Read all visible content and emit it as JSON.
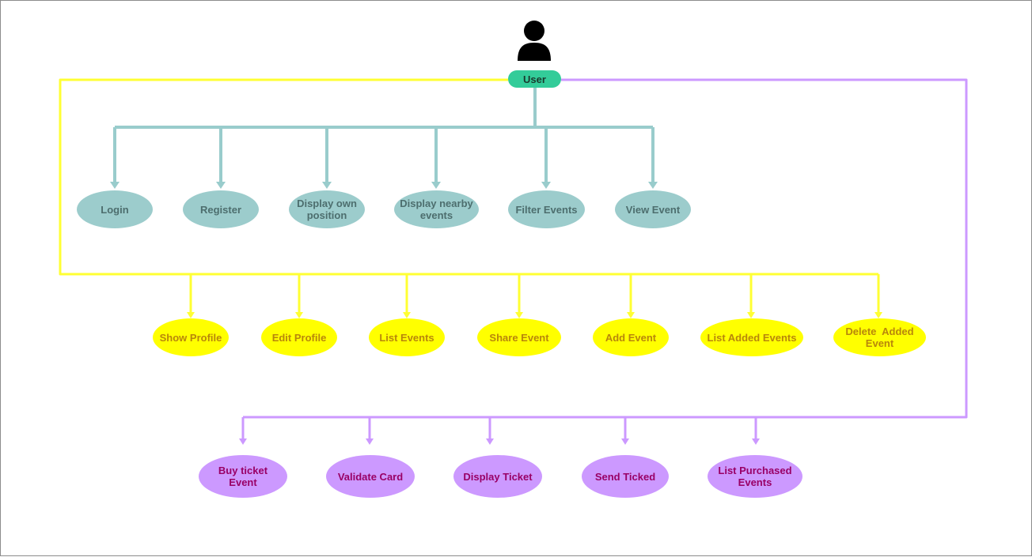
{
  "actor": {
    "label": "User",
    "icon": "user-icon"
  },
  "colors": {
    "teal_fill": "#9ccccc",
    "teal_line": "#99cccc",
    "yellow_fill": "#ffff00",
    "yellow_line": "#ffff33",
    "purple_fill": "#cc99ff",
    "purple_line": "#cc99ff",
    "actor_fill": "#33cc99"
  },
  "teal_group": [
    {
      "id": "login",
      "label": "Login"
    },
    {
      "id": "register",
      "label": "Register"
    },
    {
      "id": "display-own-position",
      "label": "Display own position"
    },
    {
      "id": "display-nearby-events",
      "label": "Display nearby events"
    },
    {
      "id": "filter-events",
      "label": "Filter Events"
    },
    {
      "id": "view-event",
      "label": "View Event"
    }
  ],
  "yellow_group": [
    {
      "id": "show-profile",
      "label": "Show Profile"
    },
    {
      "id": "edit-profile",
      "label": "Edit Profile"
    },
    {
      "id": "list-events",
      "label": "List Events"
    },
    {
      "id": "share-event",
      "label": "Share Event"
    },
    {
      "id": "add-event",
      "label": "Add Event"
    },
    {
      "id": "list-added-events",
      "label": "List Added Events"
    },
    {
      "id": "delete-added-event",
      "label": "Delete  Added Event"
    }
  ],
  "purple_group": [
    {
      "id": "buy-ticket-event",
      "label": "Buy ticket Event"
    },
    {
      "id": "validate-card",
      "label": "Validate Card"
    },
    {
      "id": "display-ticket",
      "label": "Display Ticket"
    },
    {
      "id": "send-ticked",
      "label": "Send Ticked"
    },
    {
      "id": "list-purchased-events",
      "label": "List Purchased Events"
    }
  ]
}
